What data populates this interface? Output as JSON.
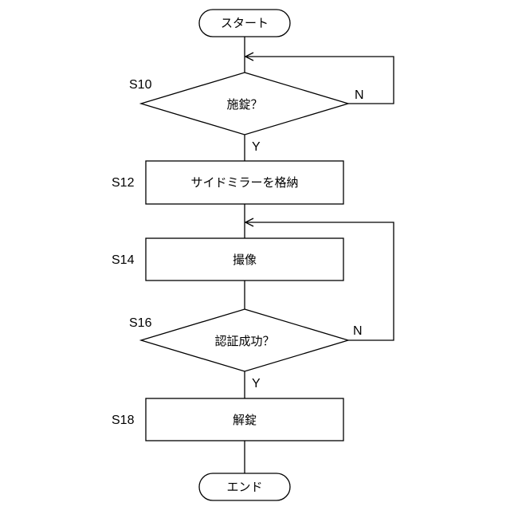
{
  "start": "スタート",
  "end": "エンド",
  "steps": {
    "s10": {
      "id": "S10",
      "text": "施錠？",
      "yes": "Y",
      "no": "N"
    },
    "s12": {
      "id": "S12",
      "text": "サイドミラーを格納"
    },
    "s14": {
      "id": "S14",
      "text": "撮像"
    },
    "s16": {
      "id": "S16",
      "text": "認証成功？",
      "yes": "Y",
      "no": "N"
    },
    "s18": {
      "id": "S18",
      "text": "解錠"
    }
  }
}
